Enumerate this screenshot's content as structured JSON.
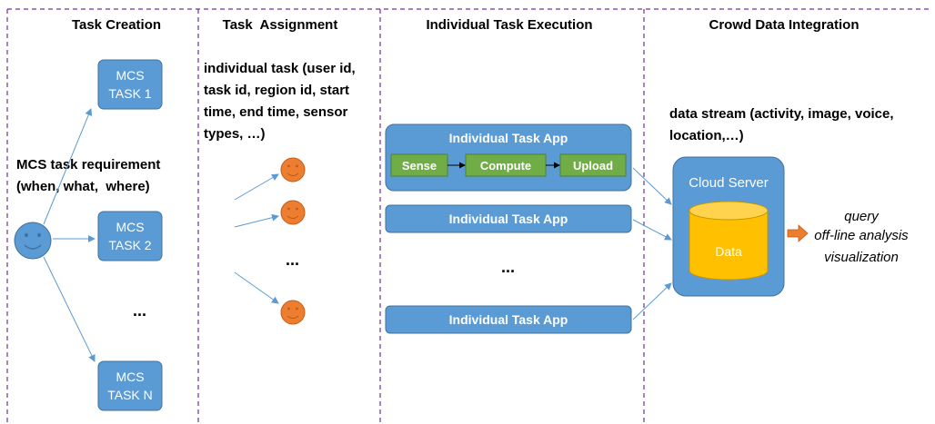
{
  "columns": {
    "creation": "Task Creation",
    "assignment": "Task  Assignment",
    "execution": "Individual Task Execution",
    "integration": "Crowd Data Integration"
  },
  "creation": {
    "requirement_line1": "MCS task requirement",
    "requirement_line2": "(when, what,  where)",
    "task1": [
      "MCS",
      "TASK 1"
    ],
    "task2": [
      "MCS",
      "TASK 2"
    ],
    "taskN": [
      "MCS",
      "TASK N"
    ],
    "ellipsis": "..."
  },
  "assignment": {
    "description_lines": [
      "individual task (user id,",
      "task id, region id, start",
      "time, end time, sensor",
      "types, …)"
    ],
    "ellipsis": "..."
  },
  "execution": {
    "app_title": "Individual Task App",
    "stages": [
      "Sense",
      "Compute",
      "Upload"
    ],
    "app2": "Individual Task App",
    "app3": "Individual Task App",
    "ellipsis": "..."
  },
  "integration": {
    "stream_line1": "data stream (activity, image, voice,",
    "stream_line2": "location,…)",
    "server_label": "Cloud Server",
    "data_label": "Data",
    "outputs": [
      "query",
      "off-line analysis",
      "visualization"
    ]
  },
  "colors": {
    "box_blue": "#5b9bd5",
    "box_border": "#41719c",
    "green": "#70ad47",
    "orange": "#ed7d31",
    "yellow": "#ffc000",
    "divider": "#7030a0"
  }
}
